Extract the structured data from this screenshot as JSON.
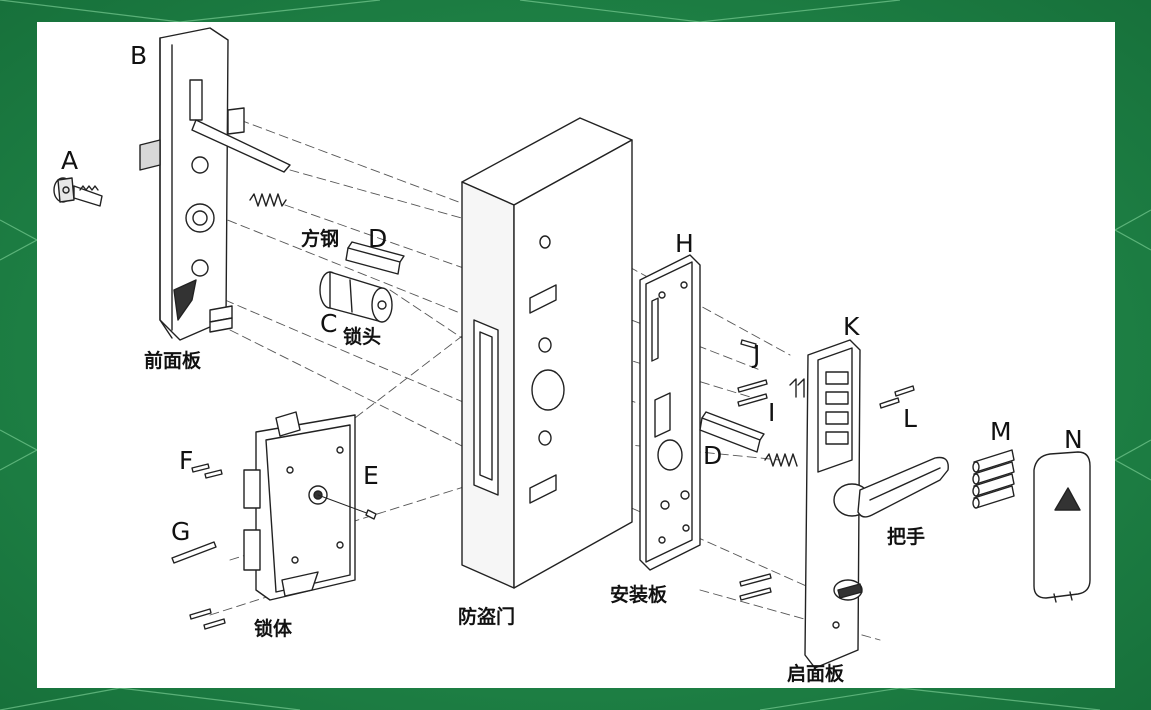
{
  "colors": {
    "background": "#1f8a4a",
    "background_light": "#3fb56a",
    "panel": "#ffffff",
    "ink": "#111111"
  },
  "labels": {
    "A": "A",
    "B": "B",
    "C": "C",
    "D": "D",
    "E": "E",
    "F": "F",
    "G": "G",
    "H": "H",
    "I": "I",
    "J": "J",
    "K": "K",
    "L": "L",
    "M": "M",
    "N": "N"
  },
  "captions": {
    "front_panel": "前面板",
    "square_steel": "方钢",
    "lock_cylinder": "锁头",
    "lock_body": "锁体",
    "security_door": "防盗门",
    "mounting_plate": "安装板",
    "handle": "把手",
    "rear_panel": "启面板"
  }
}
